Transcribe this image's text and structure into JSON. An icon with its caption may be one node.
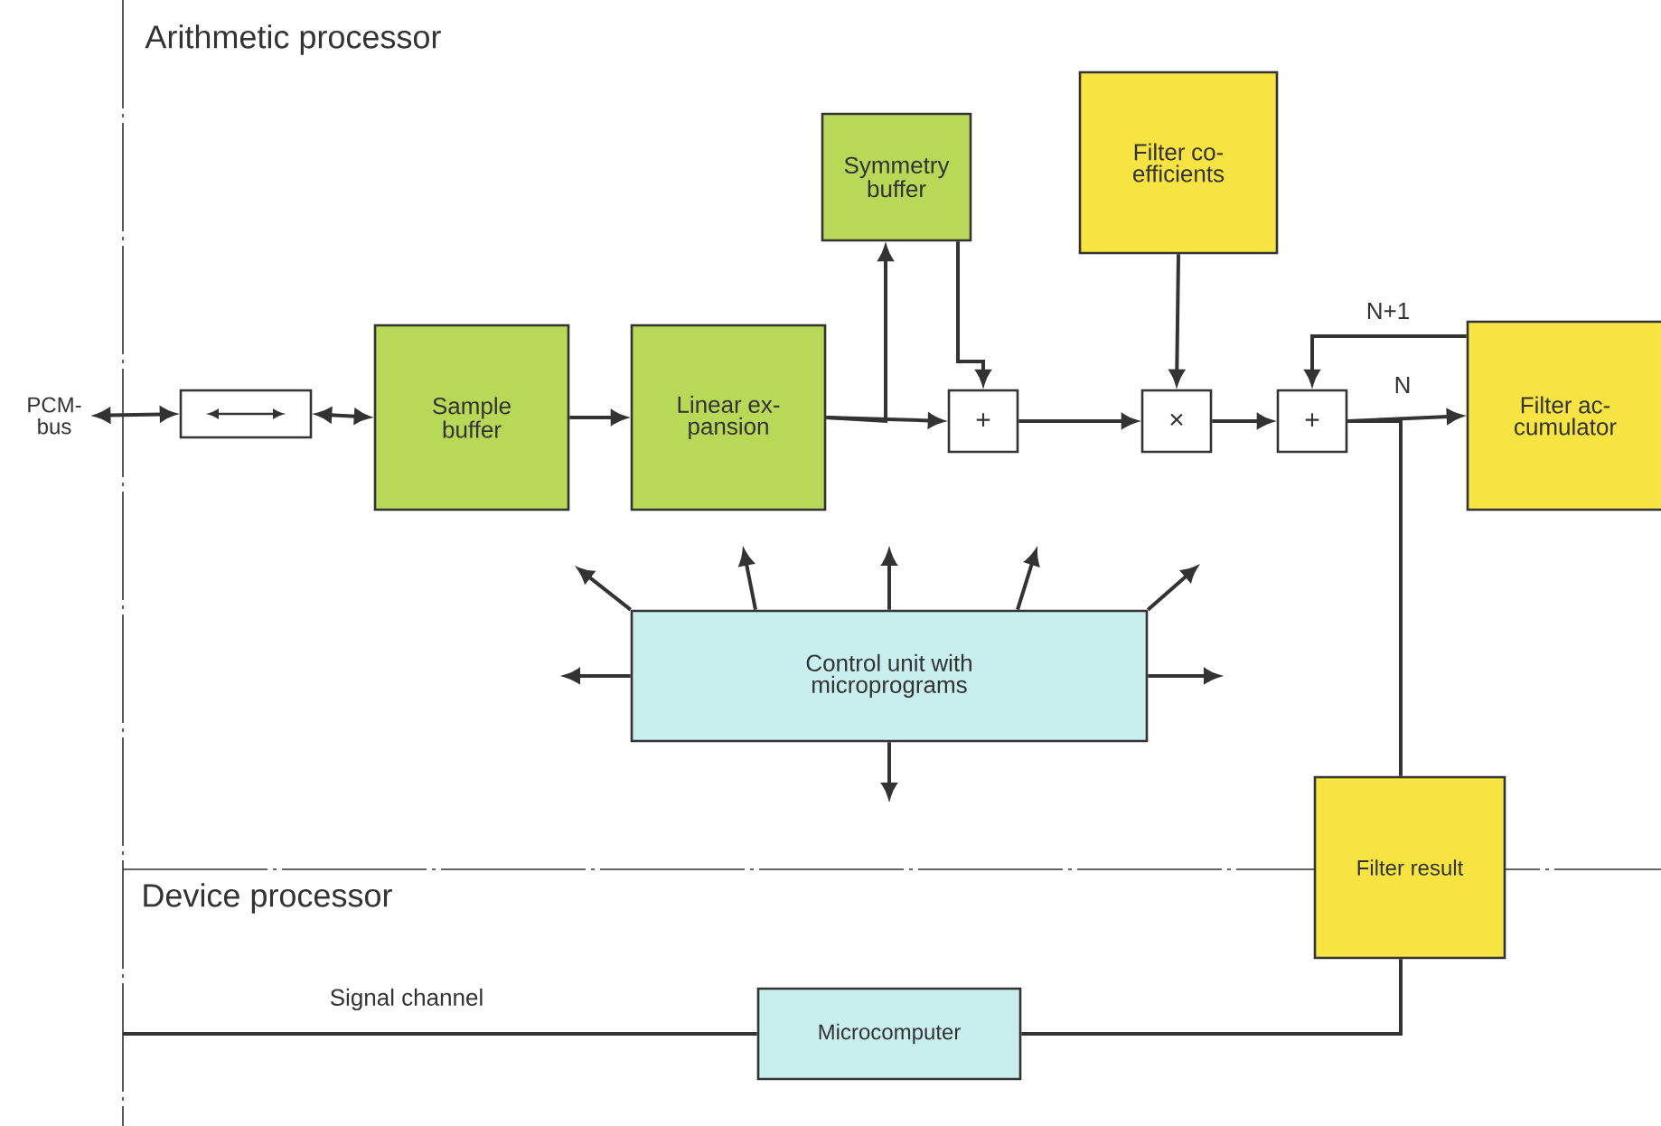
{
  "diagram": {
    "nodes": [
      {
        "text": [
          "PCM- bus"
        ]
      },
      {
        "text": [],
        "shape": "box"
      },
      {
        "text": [
          "Sample buffer"
        ]
      },
      {
        "text": [
          "Linear ex- pansion"
        ]
      },
      {
        "text": [
          "Symmetry buffer"
        ]
      },
      {
        "text": [
          "Filter co- efficients"
        ]
      },
      {
        "text": [
          "+"
        ]
      },
      {
        "text": [
          "×"
        ]
      },
      {
        "text": [
          "+"
        ]
      },
      {
        "text": [
          "Filter ac- cumulator"
        ]
      },
      {
        "text": [
          "Control unit with microprograms"
        ]
      },
      {
        "text": [
          "Filter result"
        ]
      },
      {
        "text": [
          "Microcomputer"
        ]
      }
    ],
    "edges": [
      {
        "from": 0,
        "to": 1,
        "arrow": "both"
      },
      {
        "from": 1,
        "to": 2,
        "arrow": "both"
      },
      {
        "from": 2,
        "to": 3,
        "arrow": "to"
      },
      {
        "from": 3,
        "to": 6,
        "arrow": "to"
      },
      {
        "from": 3,
        "to": 4,
        "arrow": "to"
      },
      {
        "from": 4,
        "to": 6,
        "arrow": "to"
      },
      {
        "from": 5,
        "to": 7,
        "arrow": "to"
      },
      {
        "from": 6,
        "to": 7,
        "arrow": "to"
      },
      {
        "from": 7,
        "to": 8,
        "arrow": "to"
      },
      {
        "from": 8,
        "to": 9,
        "arrow": "to",
        "label": "N"
      },
      {
        "from": 9,
        "to": 8,
        "arrow": "to",
        "label": "N+1"
      },
      {
        "from": 8,
        "to": 11,
        "arrow": "none"
      },
      {
        "from": 11,
        "to": 12,
        "arrow": "none"
      },
      {
        "from": 12,
        "to": null,
        "arrow": "none",
        "label": "Signal channel"
      },
      {
        "from": 10,
        "to": null,
        "arrow": "to"
      },
      {
        "from": 10,
        "to": null,
        "arrow": "to"
      },
      {
        "from": 10,
        "to": null,
        "arrow": "to"
      },
      {
        "from": 10,
        "to": null,
        "arrow": "to"
      },
      {
        "from": 10,
        "to": null,
        "arrow": "to"
      },
      {
        "from": 10,
        "to": null,
        "arrow": "to"
      },
      {
        "from": 10,
        "to": null,
        "arrow": "to"
      },
      {
        "from": 10,
        "to": null,
        "arrow": "to"
      }
    ],
    "labels": [
      "Arithmetic processor",
      "Device processor"
    ]
  }
}
